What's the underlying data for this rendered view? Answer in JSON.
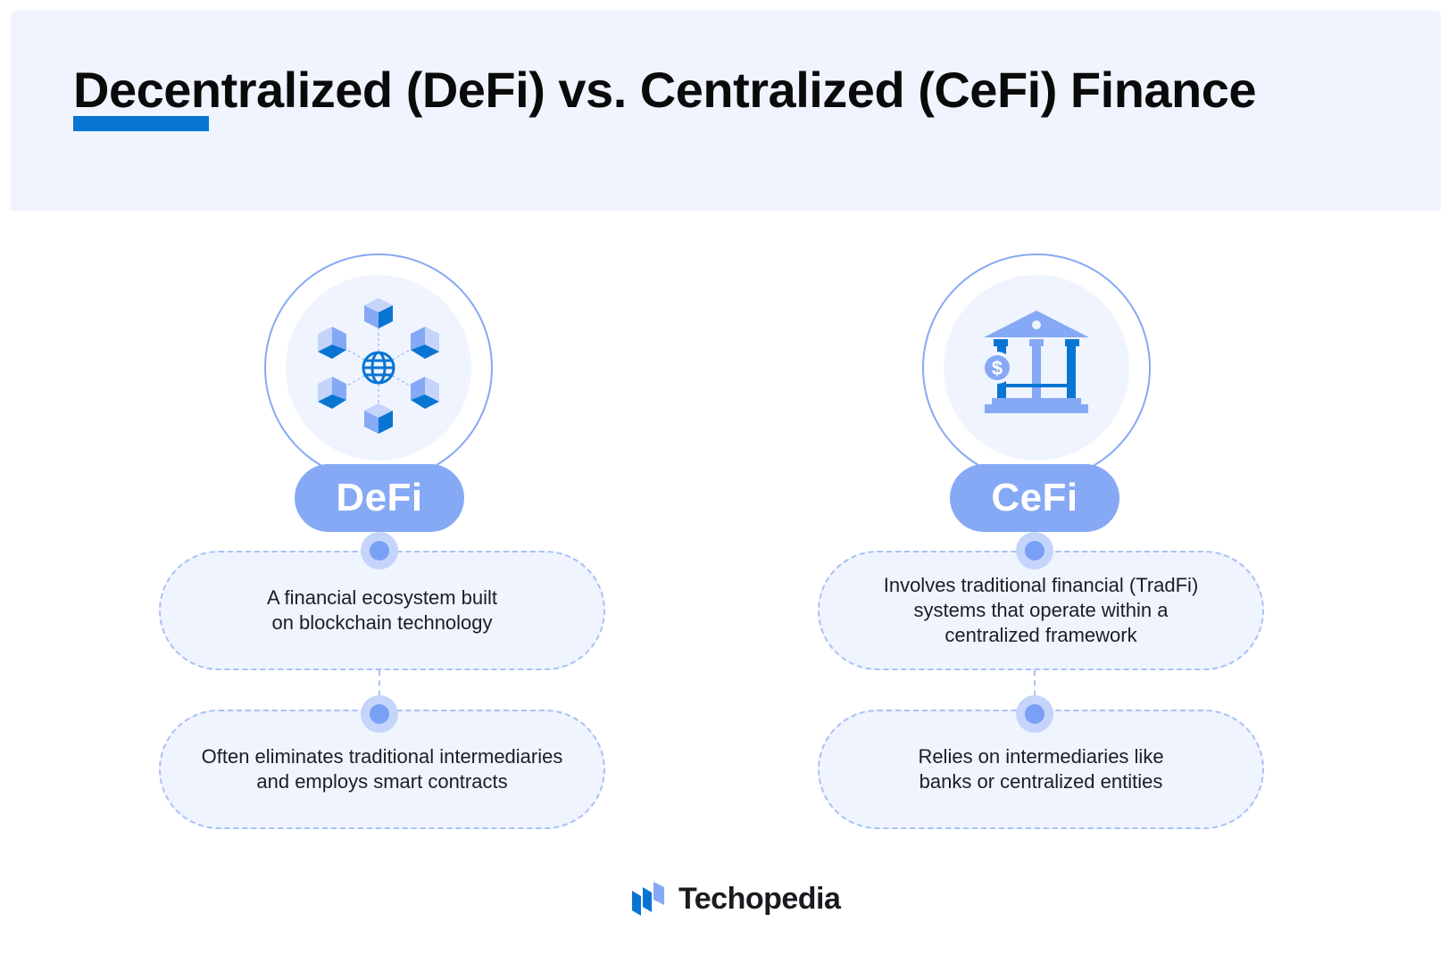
{
  "header": {
    "title": "Decentralized (DeFi) vs. Centralized (CeFi) Finance",
    "accent_color": "#0875d3",
    "background": "#eff4fe"
  },
  "columns": [
    {
      "id": "defi",
      "label": "DeFi",
      "icon": "blockchain-network-icon",
      "points": [
        [
          "A financial ecosystem built",
          "on blockchain technology"
        ],
        [
          "Often eliminates traditional intermediaries",
          "and employs smart contracts"
        ]
      ]
    },
    {
      "id": "cefi",
      "label": "CeFi",
      "icon": "bank-dollar-icon",
      "points": [
        [
          "Involves traditional financial (TradFi)",
          "systems that operate within a",
          "centralized framework"
        ],
        [
          "Relies on intermediaries like",
          "banks or centralized entities"
        ]
      ]
    }
  ],
  "colors": {
    "pill": "#86a9f5",
    "dark_blue": "#0875d3",
    "card_bg": "#eff4fe",
    "dashed": "#a9c1f6"
  },
  "footer": {
    "brand": "Techopedia",
    "logo_icon": "techopedia-logo-icon"
  }
}
